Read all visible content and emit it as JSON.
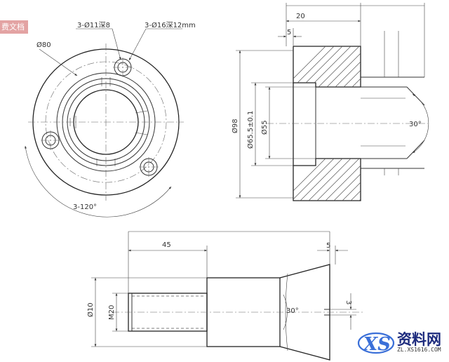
{
  "badge": {
    "text": "费文档"
  },
  "front_view": {
    "dia_outer": "Ø80",
    "holes_small": "3-Ø11深8",
    "holes_counterbore": "3-Ø16深12mm",
    "angle": "3-120°"
  },
  "section_view": {
    "length_top": "20",
    "step": "5",
    "dia_98": "Ø98",
    "dia_65": "Ø65.5±0.1",
    "dia_55": "Ø55",
    "angle": "30°"
  },
  "bottom_view": {
    "length_45": "45",
    "tip_5": "5",
    "dia_10": "Ø10",
    "thread": "M20",
    "angle": "30°",
    "slot": "3"
  },
  "watermark": {
    "title": "资料网",
    "url": "ZL.XS1616.COM"
  }
}
